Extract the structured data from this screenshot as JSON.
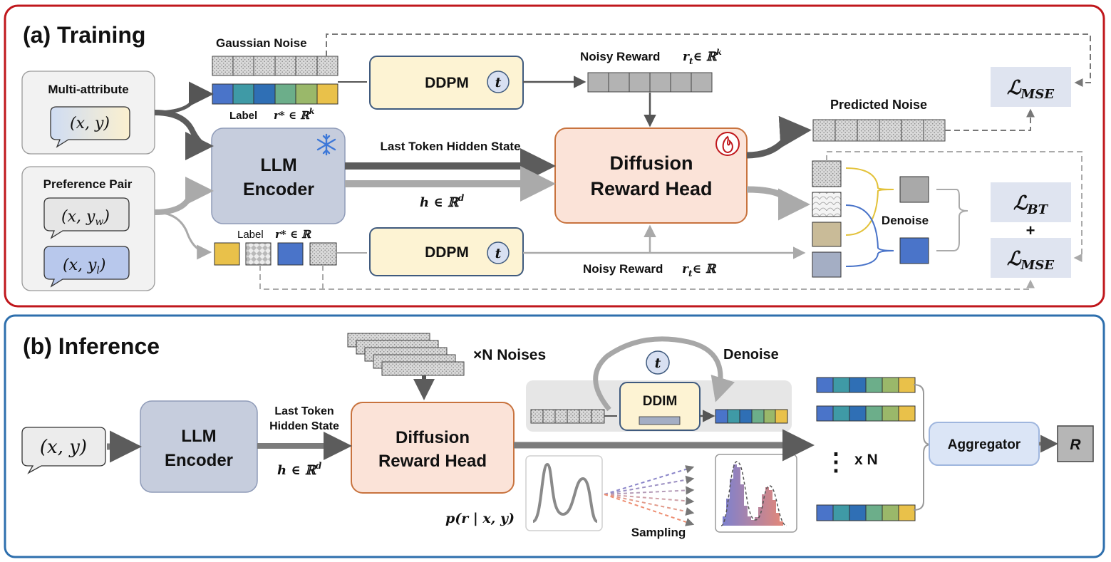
{
  "training": {
    "title": "(a) Training",
    "gaussian_noise": "Gaussian Noise",
    "multi_attribute": "Multi-attribute",
    "xy": "(x, y)",
    "preference_pair": "Preference Pair",
    "xyw": "(x, y",
    "w_sub": "w",
    ")": ")",
    "xyl": "(x, y",
    "l_sub": "l",
    "label_top": "Label",
    "label_top_math": "r* ∈ ℝ",
    "label_top_k": "k",
    "label_bottom": "Label",
    "label_bottom_math": "r* ∈ ℝ",
    "ddpm": "DDPM",
    "t": "t",
    "noisy_reward_top": "Noisy Reward",
    "noisy_reward_top_math": "r",
    "noisy_reward_top_sub": "t",
    "noisy_reward_top_set": "∈ ℝ",
    "noisy_reward_top_k": "k",
    "noisy_reward_bottom": "Noisy Reward",
    "noisy_reward_bottom_math": "r",
    "noisy_reward_bottom_sub": "t",
    "noisy_reward_bottom_set": "∈ ℝ",
    "llm_line1": "LLM",
    "llm_line2": "Encoder",
    "last_token": "Last Token Hidden State",
    "h_math": "h ∈ ℝ",
    "h_sup": "d",
    "diffusion_line1": "Diffusion",
    "diffusion_line2": "Reward Head",
    "predicted_noise": "Predicted Noise",
    "denoise": "Denoise",
    "loss_mse": "MSE",
    "loss_bt": "BT",
    "loss_L": "ℒ",
    "plus": "+"
  },
  "inference": {
    "title": "(b) Inference",
    "xy": "(x, y)",
    "llm_line1": "LLM",
    "llm_line2": "Encoder",
    "last_token_line1": "Last Token",
    "last_token_line2": "Hidden State",
    "h_math": "h ∈ ℝ",
    "h_sup": "d",
    "noises": "×N Noises",
    "denoise": "Denoise",
    "t": "t",
    "ddim": "DDIM",
    "diffusion_line1": "Diffusion",
    "diffusion_line2": "Reward Head",
    "dist": "p(r | x, y)",
    "sampling": "Sampling",
    "vdots": "⋮",
    "xn": "x N",
    "aggregator": "Aggregator",
    "R": "R"
  },
  "colors": {
    "training_border": "#c0171c",
    "inference_border": "#2e6fad",
    "llm_fill": "#c6cddd",
    "ddpm_fill": "#fdf3d3",
    "diffusion_fill": "#fbe3d8",
    "loss_fill": "#dfe4f0",
    "label_palette": [
      "#4a74c9",
      "#3f9aa6",
      "#2f6fb5",
      "#6cae8a",
      "#9ab86a",
      "#e9c14a"
    ]
  }
}
